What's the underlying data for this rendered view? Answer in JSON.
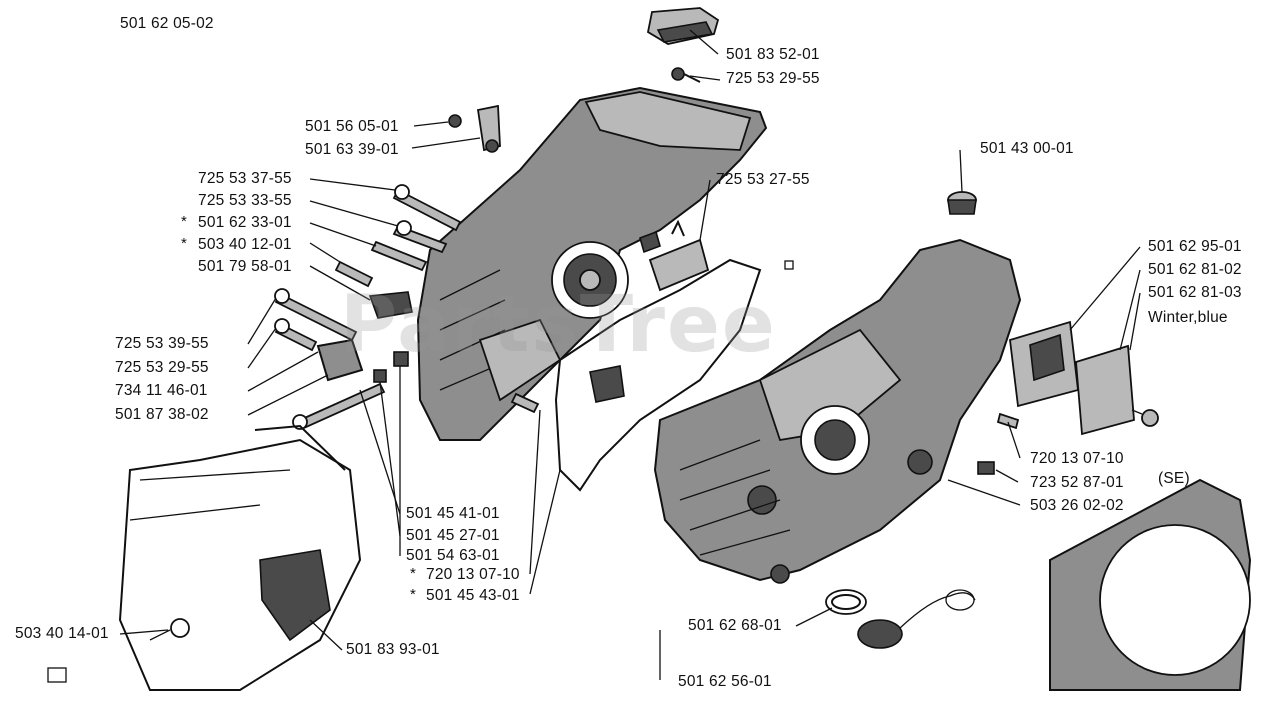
{
  "diagram_title": "501 62 05-02",
  "watermark": "PartsTree",
  "parts": {
    "top_cover": "501 83 52-01",
    "top_screw": "725 53 29-55",
    "clip": "501 56 05-01",
    "clip_holder": "501 63 39-01",
    "bolt_37": "725 53 37-55",
    "bolt_33": "725 53 33-55",
    "pin_33": "501 62 33-01",
    "pin_12": "503 40 12-01",
    "pin_79": "501 79 58-01",
    "guide_27": "725 53 27-55",
    "bolt_39": "725 53 39-55",
    "screw_29b": "725 53 29-55",
    "bush_734": "734 11 46-01",
    "bolt_87": "501 87 38-02",
    "spring_41": "501 45 41-01",
    "damper_27": "501 45 27-01",
    "buffer_54": "501 54 63-01",
    "pin_720a": "720 13 07-10",
    "gasket_43": "501 45 43-01",
    "intake_93": "501 83 93-01",
    "nozzle_14": "503 40 14-01",
    "plug_43": "501 43 00-01",
    "plate_95": "501 62 95-01",
    "plate_81_02": "501 62 81-02",
    "plate_81_03": "501 62 81-03",
    "winter_note": "Winter,blue",
    "pin_720b": "720 13 07-10",
    "screw_723": "723 52 87-01",
    "crankcase": "503 26 02-02",
    "se_note": "(SE)",
    "cap_68": "501 62 68-01",
    "cap_56": "501 62 56-01"
  },
  "asterisk_marker": "*",
  "colors": {
    "ink": "#111111",
    "shade": "#8e8e8e",
    "paper": "#ffffff"
  }
}
